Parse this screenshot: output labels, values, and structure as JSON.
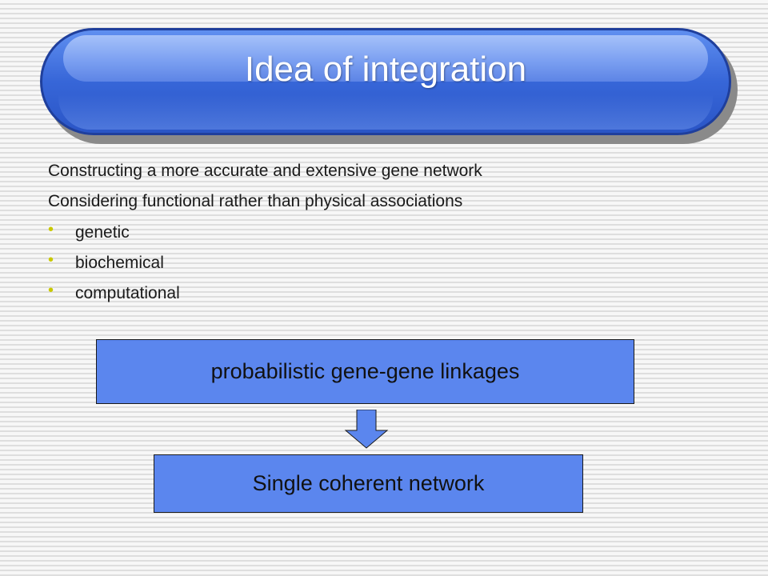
{
  "slide": {
    "title": "Idea of integration",
    "lines": [
      "Constructing a more accurate and extensive gene network",
      "Considering functional rather than physical associations"
    ],
    "bullets": [
      "genetic",
      "biochemical",
      "computational"
    ],
    "flow": {
      "top_box": "probabilistic gene-gene linkages",
      "bottom_box": "Single coherent network"
    }
  },
  "colors": {
    "title_blue": "#3766d8",
    "box_blue": "#5b86ee",
    "bullet_yellow": "#c8c800"
  },
  "icons": {
    "bullet": "bullet-dot-icon",
    "arrow": "down-arrow-icon"
  }
}
